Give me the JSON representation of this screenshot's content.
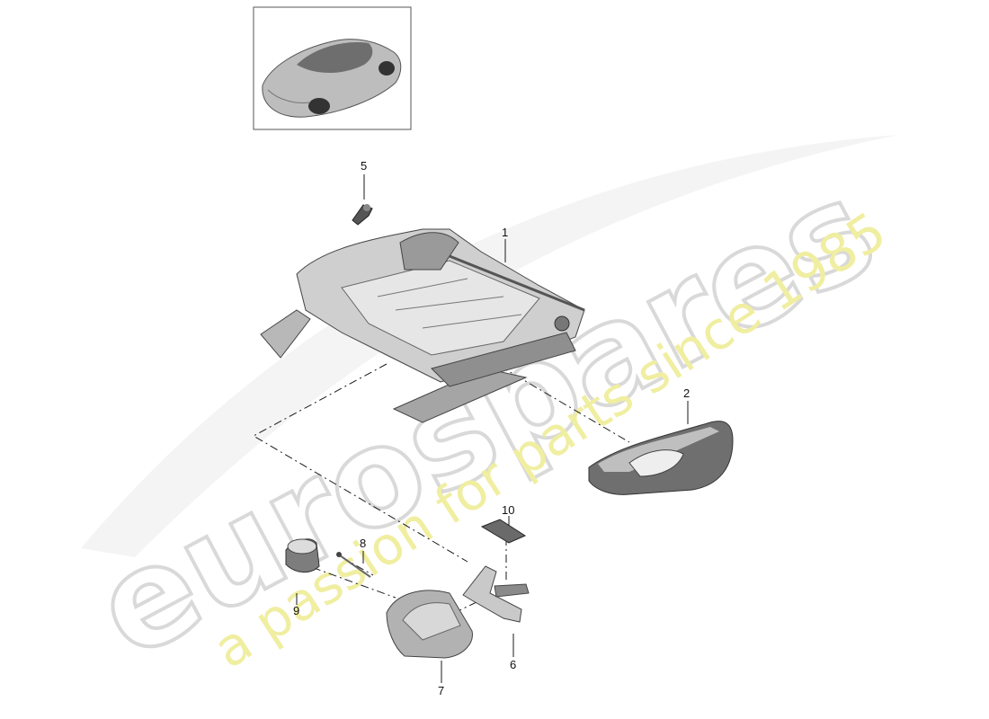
{
  "watermark": {
    "brand": "eurospares",
    "tagline": "a passion for parts since 1985",
    "brand_color": "#d9d9d9",
    "tagline_color": "#f0eea0"
  },
  "thumbnail": {
    "icon": "car-coupe-icon"
  },
  "callouts": [
    {
      "id": "1",
      "label": "1",
      "part": "seat-frame-icon"
    },
    {
      "id": "2",
      "label": "2",
      "part": "side-trim-panel-icon"
    },
    {
      "id": "5",
      "label": "5",
      "part": "clip-icon"
    },
    {
      "id": "6",
      "label": "6",
      "part": "mounting-bracket-icon"
    },
    {
      "id": "7",
      "label": "7",
      "part": "cover-icon"
    },
    {
      "id": "8",
      "label": "8",
      "part": "screw-icon"
    },
    {
      "id": "9",
      "label": "9",
      "part": "trim-ring-icon"
    },
    {
      "id": "10",
      "label": "10",
      "part": "pad-icon"
    }
  ],
  "colors": {
    "line": "#1a1a1a",
    "part_light": "#d6d6d6",
    "part_mid": "#a9a9a9",
    "part_dark": "#555555"
  }
}
